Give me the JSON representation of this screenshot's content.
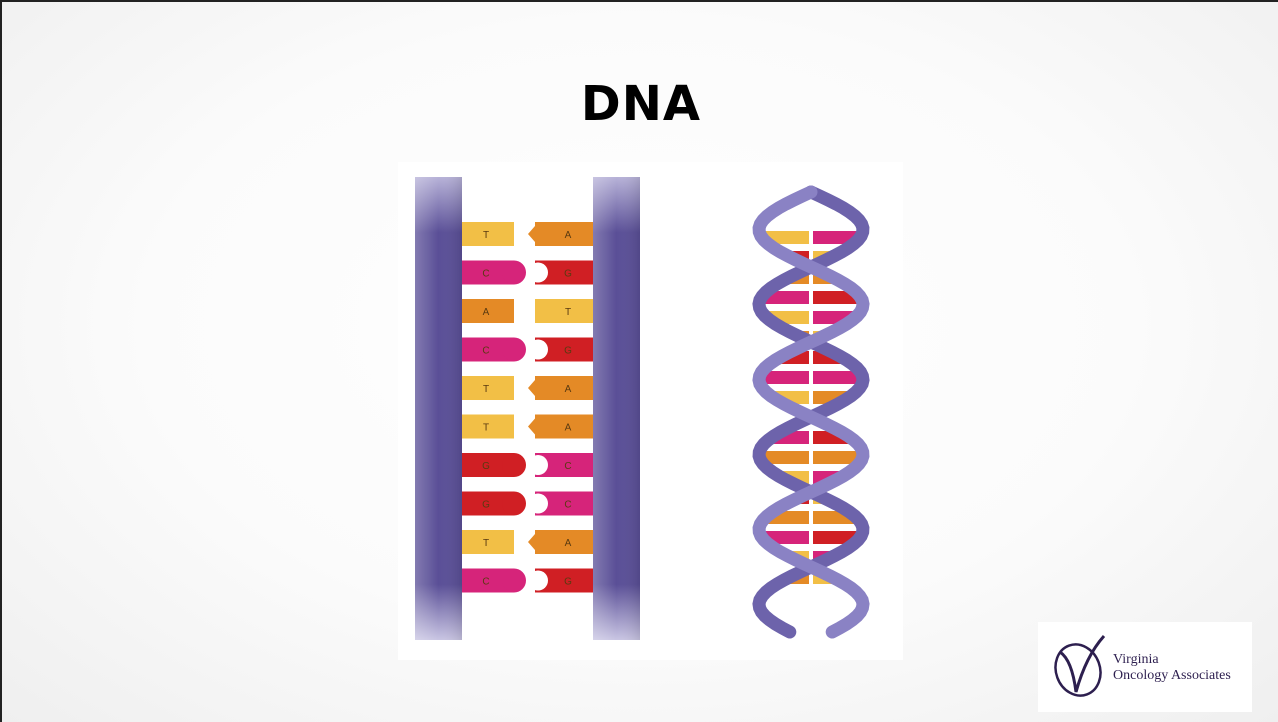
{
  "slide": {
    "title": "DNA"
  },
  "ladder": {
    "rungs": [
      {
        "left": "T",
        "right": "A"
      },
      {
        "left": "C",
        "right": "G"
      },
      {
        "left": "A",
        "right": "T"
      },
      {
        "left": "C",
        "right": "G"
      },
      {
        "left": "T",
        "right": "A"
      },
      {
        "left": "T",
        "right": "A"
      },
      {
        "left": "G",
        "right": "C"
      },
      {
        "left": "G",
        "right": "C"
      },
      {
        "left": "T",
        "right": "A"
      },
      {
        "left": "C",
        "right": "G"
      }
    ]
  },
  "logo": {
    "line1": "Virginia",
    "line2": "Oncology Associates"
  },
  "colors": {
    "backbone": "#5a4f97",
    "T": "#f2bf46",
    "A": "#e48a26",
    "C": "#d6247a",
    "G": "#d01f24",
    "logo_ink": "#2d1f4f"
  },
  "icons": {
    "logo": "virginia-oncology-v-icon"
  }
}
